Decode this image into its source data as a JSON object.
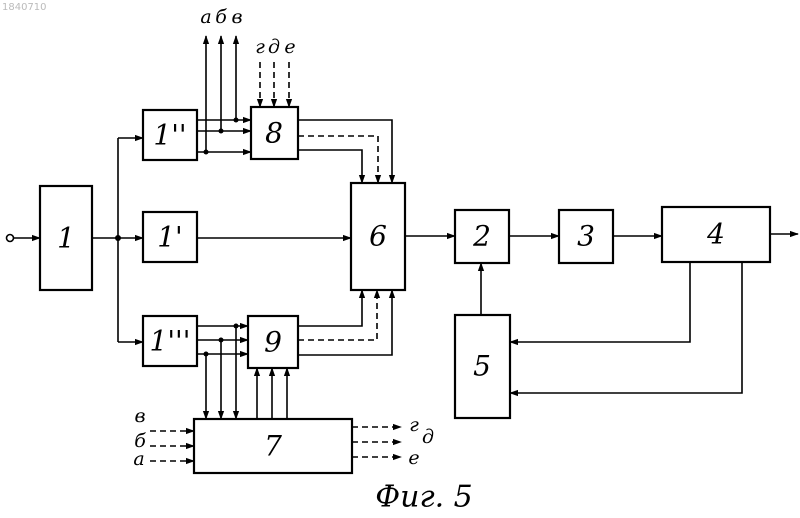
{
  "watermark": "1840710",
  "caption": "Фиг. 5",
  "blocks": {
    "b1": "1",
    "b1p": "1'",
    "b1pp": "1''",
    "b1ppp": "1'''",
    "b2": "2",
    "b3": "3",
    "b4": "4",
    "b5": "5",
    "b6": "6",
    "b7": "7",
    "b8": "8",
    "b9": "9"
  },
  "signals": {
    "a": "а",
    "b": "б",
    "v": "в",
    "g": "г",
    "d": "д",
    "e": "е"
  },
  "colors": {
    "ink": "#000000",
    "paper": "#ffffff",
    "watermark": "#bbbbbb"
  }
}
